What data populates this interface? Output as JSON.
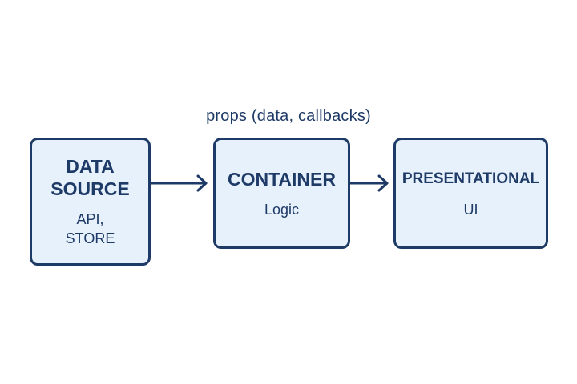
{
  "diagram": {
    "edge_label": "props (data,  callbacks)",
    "nodes": [
      {
        "id": "source",
        "title": "DATA\nSOURCE",
        "subtitle": "API,\nSTORE"
      },
      {
        "id": "container",
        "title": "CONTAINER",
        "subtitle": "Logic"
      },
      {
        "id": "presentational",
        "title": "PRESENTATIONAL",
        "subtitle": "UI"
      }
    ],
    "edges": [
      {
        "from": "source",
        "to": "container"
      },
      {
        "from": "container",
        "to": "presentational"
      }
    ],
    "colors": {
      "stroke": "#1e3a66",
      "fill": "#e6f1fc",
      "background": "#ffffff"
    }
  }
}
